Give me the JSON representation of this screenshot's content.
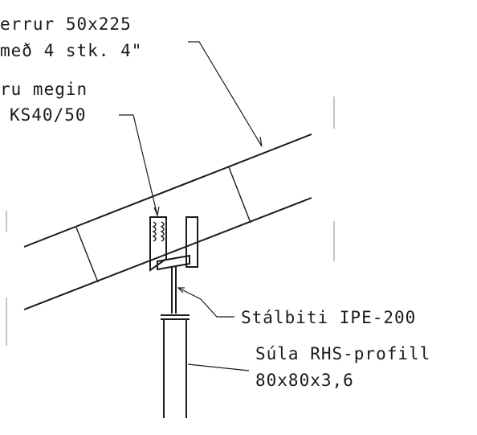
{
  "labels": {
    "rafter_line1": "errur 50x225",
    "rafter_line2": "með 4 stk. 4\"",
    "bracket_line1": "ru megin",
    "bracket_line2": "KS40/50",
    "beam": "Stálbiti IPE-200",
    "column_line1": "Súla RHS-profill",
    "column_line2": "80x80x3,6"
  }
}
